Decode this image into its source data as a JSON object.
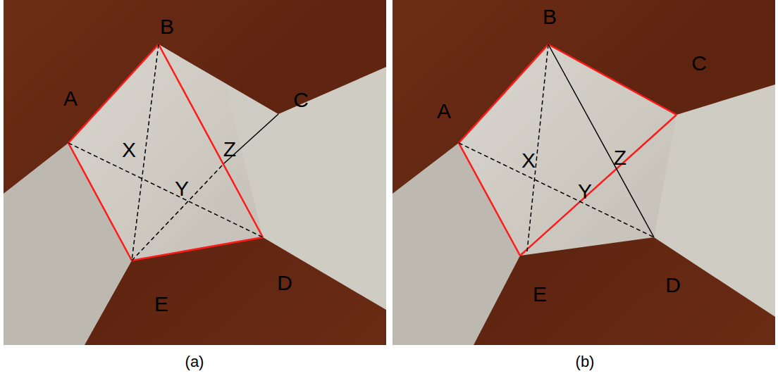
{
  "diagram": {
    "labels": [
      "A",
      "B",
      "C",
      "X",
      "Z",
      "Y",
      "D",
      "E",
      "(a)",
      "A",
      "B",
      "C",
      "X",
      "Z",
      "Y",
      "D",
      "E",
      "(b)"
    ]
  }
}
